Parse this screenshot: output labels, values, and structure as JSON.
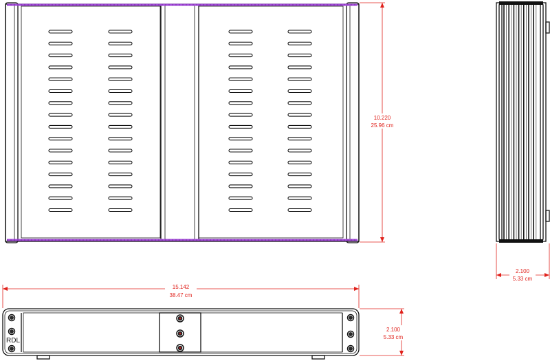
{
  "drawing": {
    "brand_label": "RDL",
    "top_view": {
      "height_in": "10.220",
      "height_cm": "25.96 cm"
    },
    "side_view": {
      "depth_in": "2.100",
      "depth_cm": "5.33 cm"
    },
    "front_view": {
      "width_in": "15.142",
      "width_cm": "38.47 cm",
      "height_in": "2.100",
      "height_cm": "5.33 cm"
    },
    "colors": {
      "dimension": "#e0211b",
      "outline": "#111111",
      "accent_edge": "#a24bd8"
    }
  }
}
